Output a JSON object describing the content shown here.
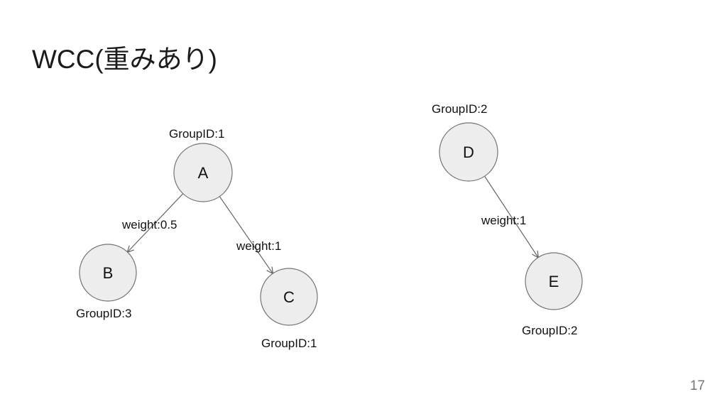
{
  "slide": {
    "title": "WCC(重みあり)",
    "page_number": "17"
  },
  "graph": {
    "nodes": [
      {
        "id": "A",
        "label": "A",
        "group_label": "GroupID:1"
      },
      {
        "id": "B",
        "label": "B",
        "group_label": "GroupID:3"
      },
      {
        "id": "C",
        "label": "C",
        "group_label": "GroupID:1"
      },
      {
        "id": "D",
        "label": "D",
        "group_label": "GroupID:2"
      },
      {
        "id": "E",
        "label": "E",
        "group_label": "GroupID:2"
      }
    ],
    "edges": [
      {
        "from": "A",
        "to": "B",
        "weight_label": "weight:0.5"
      },
      {
        "from": "A",
        "to": "C",
        "weight_label": "weight:1"
      },
      {
        "from": "D",
        "to": "E",
        "weight_label": "weight:1"
      }
    ],
    "colors": {
      "node_fill": "#ededed",
      "node_stroke": "#757575",
      "edge_stroke": "#5f6368",
      "label_text": "#111111",
      "page_number_text": "#757575",
      "background": "#ffffff"
    }
  }
}
